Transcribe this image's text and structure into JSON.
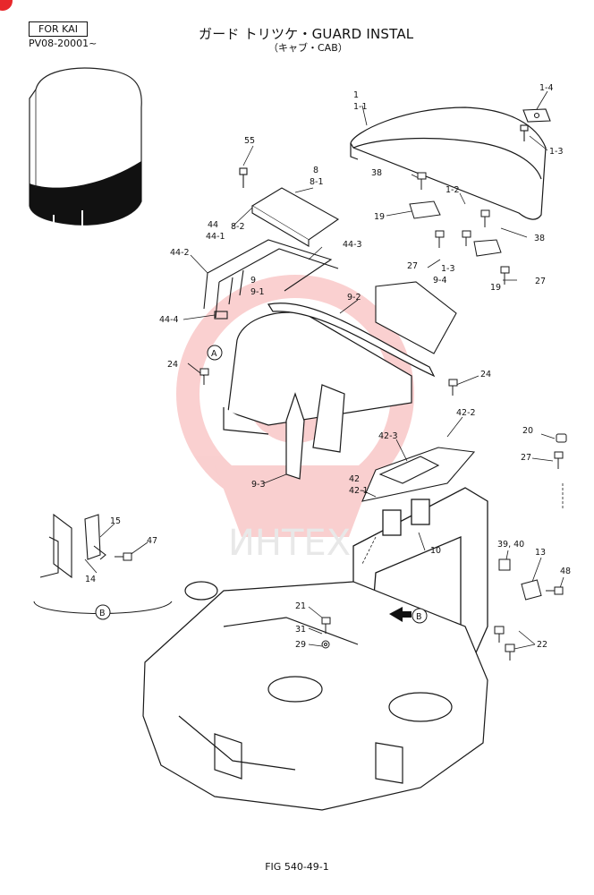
{
  "header": {
    "model_box": "FOR KAI",
    "serial_range": "PV08-20001~",
    "title": "ガード トリツケ・GUARD INSTAL",
    "subtitle": "（キャブ・CAB）"
  },
  "figure_number": "FIG 540-49-1",
  "view_labels": {
    "a": "A",
    "b": "B"
  },
  "part_callouts": {
    "p1": "1",
    "p1_1": "1-1",
    "p1_2": "1-2",
    "p1_3": "1-3",
    "p1_3b": "1-3",
    "p1_4": "1-4",
    "p8": "8",
    "p8_1": "8-1",
    "p8_2": "8-2",
    "p9": "9",
    "p9_1": "9-1",
    "p9_2": "9-2",
    "p9_3": "9-3",
    "p9_4": "9-4",
    "p10": "10",
    "p13": "13",
    "p14": "14",
    "p15": "15",
    "p19a": "19",
    "p19b": "19",
    "p20": "20",
    "p21": "21",
    "p22": "22",
    "p24a": "24",
    "p24b": "24",
    "p27a": "27",
    "p27b": "27",
    "p27c": "27",
    "p29": "29",
    "p31": "31",
    "p38a": "38",
    "p38b": "38",
    "p39_40": "39, 40",
    "p42": "42",
    "p42_1": "42-1",
    "p42_2": "42-2",
    "p42_3": "42-3",
    "p44": "44",
    "p44_1": "44-1",
    "p44_2": "44-2",
    "p44_3": "44-3",
    "p44_4": "44-4",
    "p47": "47",
    "p48": "48",
    "p55": "55"
  },
  "colors": {
    "line": "#1a1a1a",
    "watermark": "#e8282b",
    "corner_badge": "#e8282b"
  }
}
